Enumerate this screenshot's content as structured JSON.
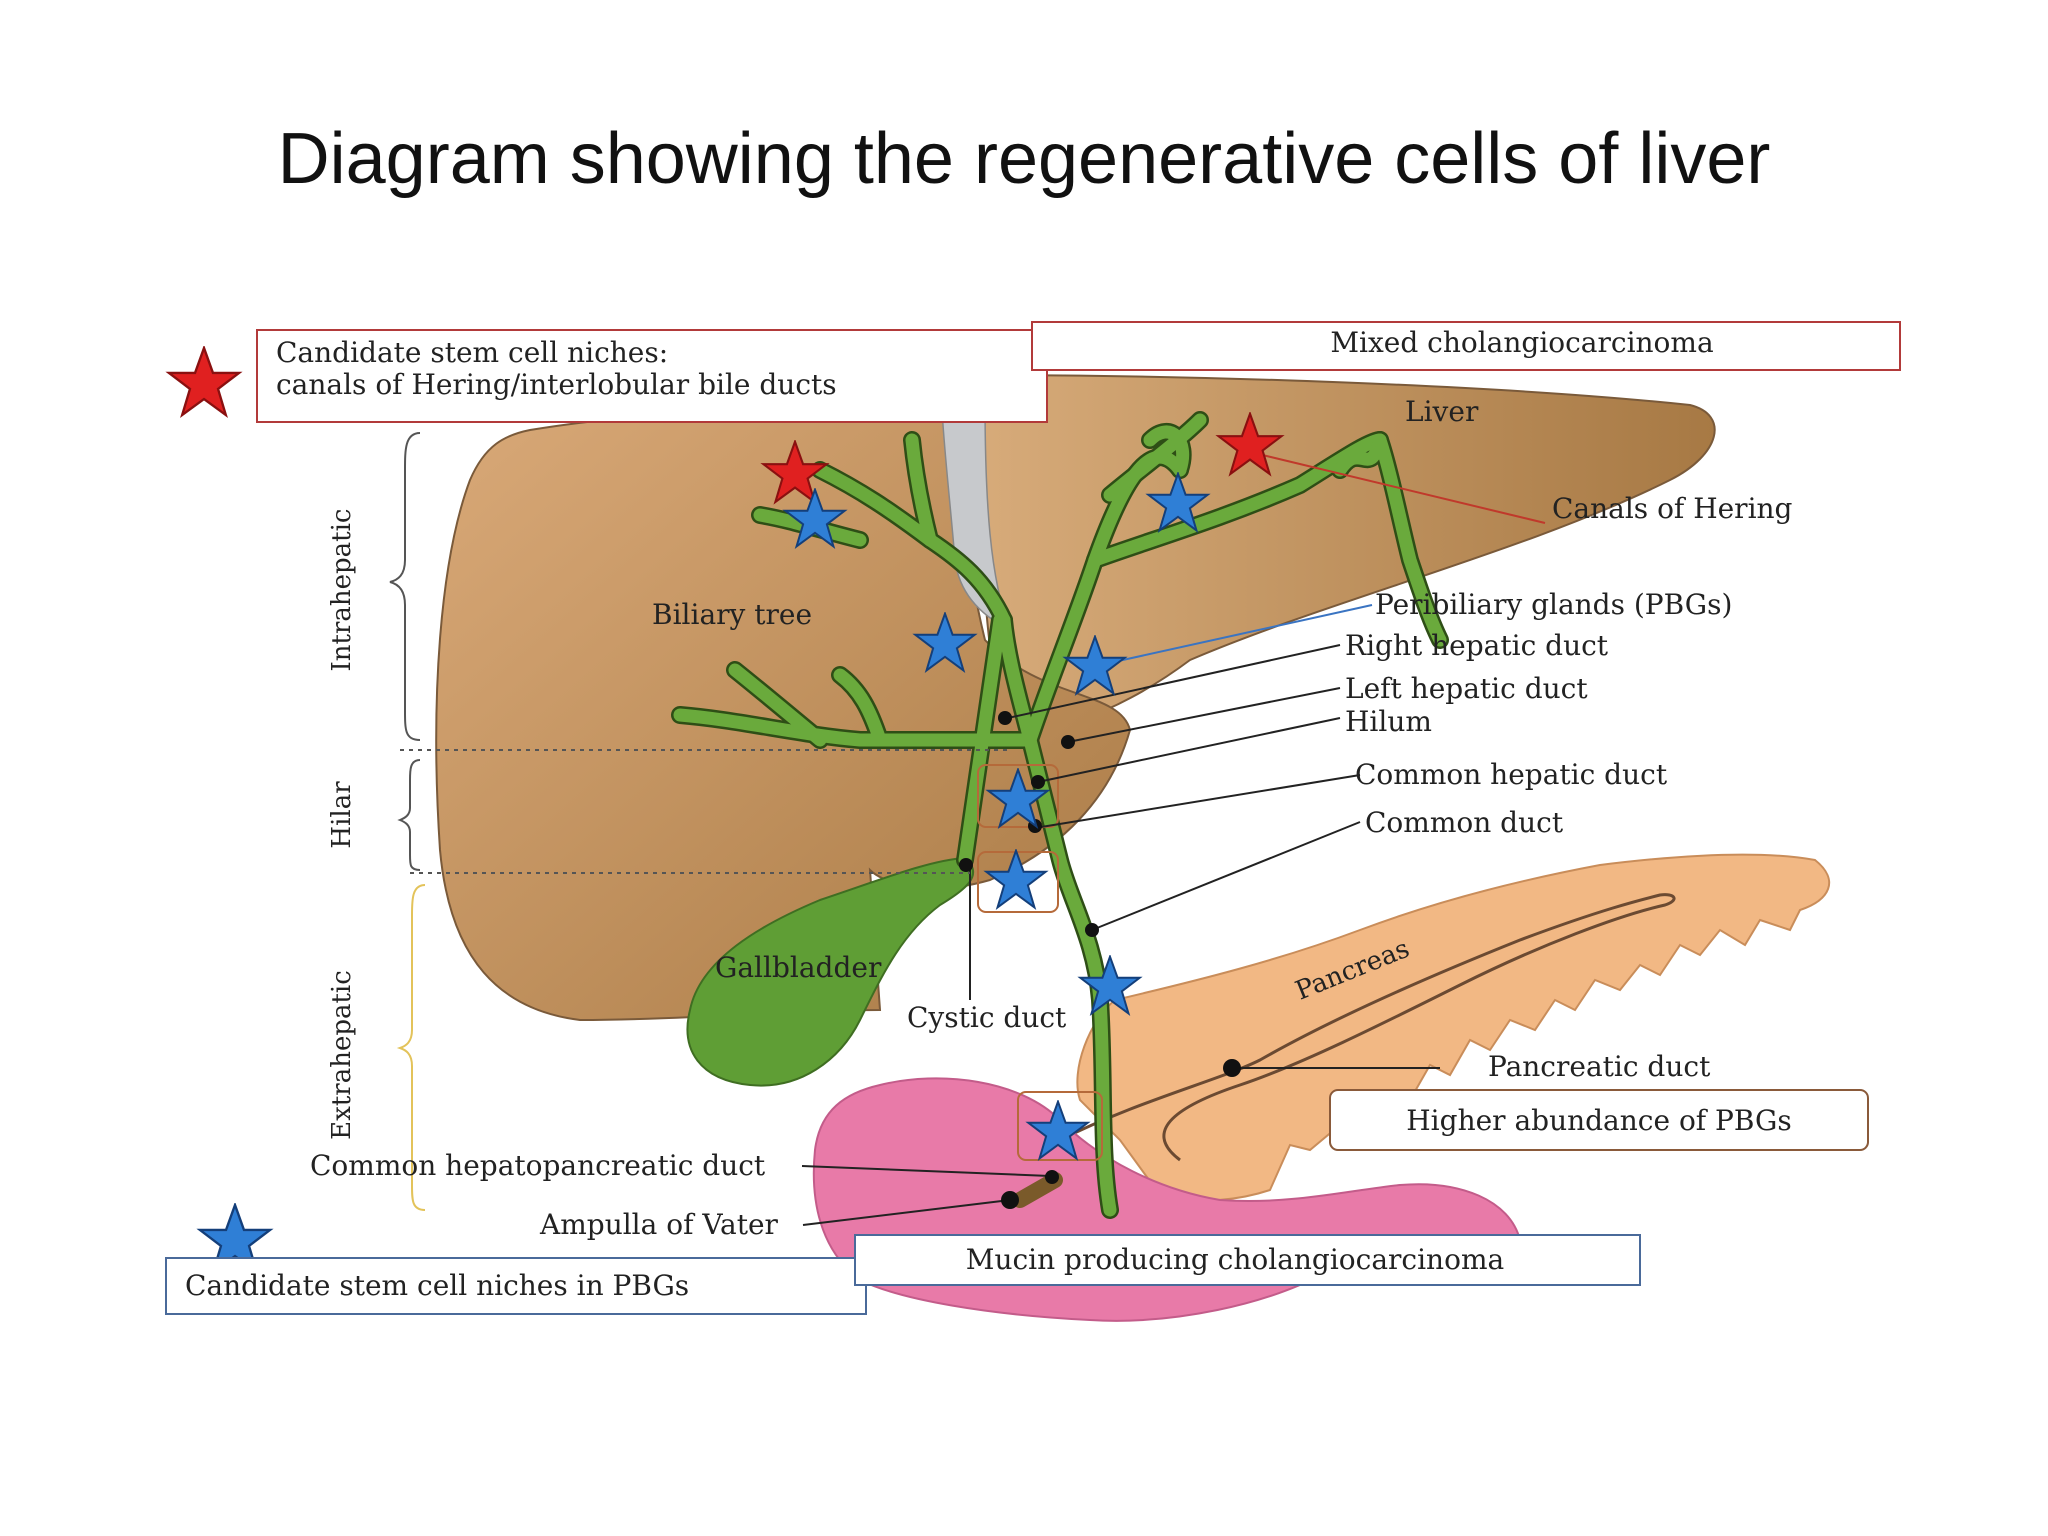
{
  "slide": {
    "title": "Diagram showing the regenerative cells of liver"
  },
  "diagram": {
    "legend": {
      "red_star": "Candidate stem cell niches:",
      "red_star_line2": "canals of Hering/interlobular bile ducts",
      "blue_star": "Candidate stem cell niches in PBGs"
    },
    "boxes": {
      "mixed": "Mixed cholangiocarcinoma",
      "higher_pbg": "Higher abundance of PBGs",
      "mucin": "Mucin producing cholangiocarcinoma"
    },
    "regions": {
      "intrahepatic": "Intrahepatic",
      "hilar": "Hilar",
      "extrahepatic": "Extrahepatic"
    },
    "organs": {
      "liver": "Liver",
      "biliary_tree": "Biliary tree",
      "gallbladder": "Gallbladder",
      "pancreas": "Pancreas"
    },
    "labels": {
      "canals_of_hering": "Canals of Hering",
      "pbg": "Peribiliary glands (PBGs)",
      "right_hepatic_duct": "Right hepatic duct",
      "left_hepatic_duct": "Left hepatic duct",
      "hilum": "Hilum",
      "common_hepatic_duct": "Common hepatic duct",
      "common_duct": "Common duct",
      "cystic_duct": "Cystic duct",
      "pancreatic_duct": "Pancreatic duct",
      "common_hepatopancreatic_duct": "Common hepatopancreatic duct",
      "ampulla_of_vater": "Ampulla of Vater"
    },
    "colors": {
      "liver": "#c99a62",
      "liver_dark": "#b2844f",
      "biliary": "#6aaa3c",
      "gallbladder": "#5f9e35",
      "pancreas": "#f2b884",
      "duodenum": "#e87aa8",
      "red_star": "#e02020",
      "blue_star": "#2f7fd6",
      "intrahepatic": "#8b2c2c",
      "hilar": "#4a8f8a",
      "extrahepatic": "#e3c35a",
      "canals_of_hering": "#c0392b",
      "pbg": "#3a74c2"
    }
  }
}
